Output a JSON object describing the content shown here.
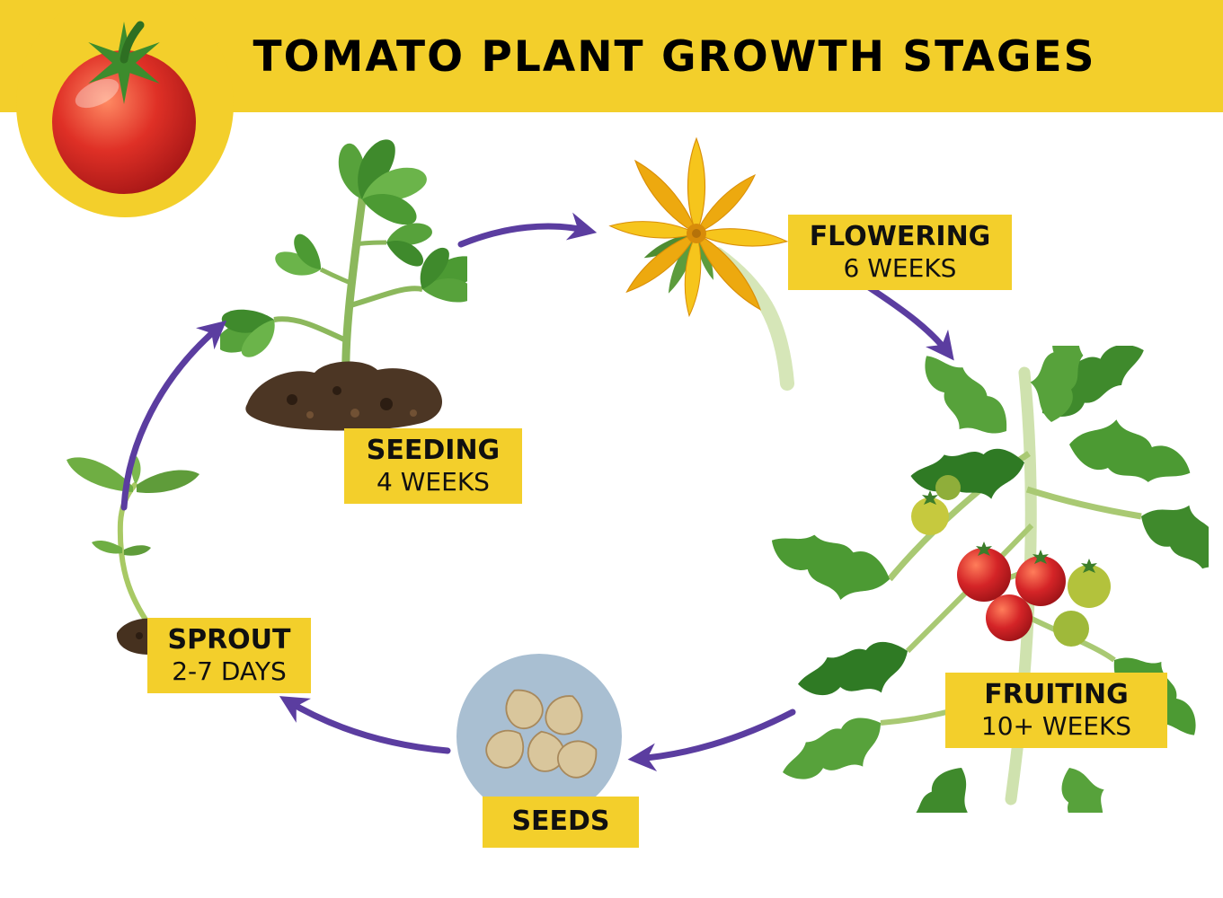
{
  "banner": {
    "title": "TOMATO PLANT GROWTH STAGES"
  },
  "stages": {
    "seeding": {
      "label": "SEEDING",
      "duration": "4 WEEKS"
    },
    "flowering": {
      "label": "FLOWERING",
      "duration": "6 WEEKS"
    },
    "fruiting": {
      "label": "FRUITING",
      "duration": "10+ WEEKS"
    },
    "sprout": {
      "label": "SPROUT",
      "duration": "2-7 DAYS"
    },
    "seeds": {
      "label": "SEEDS"
    }
  },
  "arrows": [
    {
      "from": "SEEDS",
      "to": "SPROUT"
    },
    {
      "from": "SPROUT",
      "to": "SEEDING"
    },
    {
      "from": "SEEDING",
      "to": "FLOWERING"
    },
    {
      "from": "FLOWERING",
      "to": "FRUITING"
    },
    {
      "from": "FRUITING",
      "to": "SEEDS"
    }
  ],
  "colors": {
    "banner_yellow": "#F3CF2B",
    "label_yellow": "#F3CF2B",
    "arrow_purple": "#5B3DA0",
    "seeds_circle_blue": "#A9BFD2",
    "tomato_red": "#D42427",
    "text_black": "#101010"
  },
  "icons": {
    "logo": "tomato-icon",
    "seeding": "young-plant-illustration",
    "flowering": "tomato-flower-illustration",
    "fruiting": "fruiting-plant-illustration",
    "sprout": "sprout-seedling-illustration",
    "seeds": "seeds-in-circle-illustration"
  }
}
